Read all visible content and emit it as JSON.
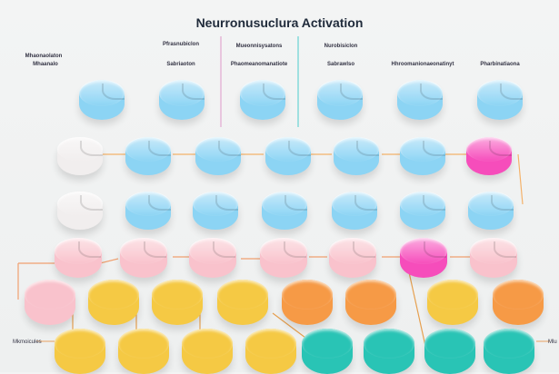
{
  "title": "Neurronusuclura Activation",
  "column_labels": [
    {
      "heading": "Mhaonaolaton",
      "sub": "Mhaanalo"
    },
    {
      "heading": "Pfrasnubiclon",
      "sub": "Sabriaoton"
    },
    {
      "heading": "Mueonnisysatons",
      "sub": "Phaomeanomanatiote"
    },
    {
      "heading": "Nurobisiclon",
      "sub": "Sabrawlso"
    },
    {
      "heading": "",
      "sub": "Hhroomanionaeonatinyt"
    },
    {
      "heading": "",
      "sub": "Pharbinatiaona"
    }
  ],
  "side_labels": {
    "left": "Mkmoicules",
    "right": "Mlu"
  },
  "colors": {
    "blue": "#8fd3f2",
    "white": "#f1eeee",
    "pink": "#f7c3cc",
    "magenta": "#f04fb8",
    "yellow": "#f3c94a",
    "teal": "#2fc2b4",
    "orange": "#f29b4b"
  }
}
